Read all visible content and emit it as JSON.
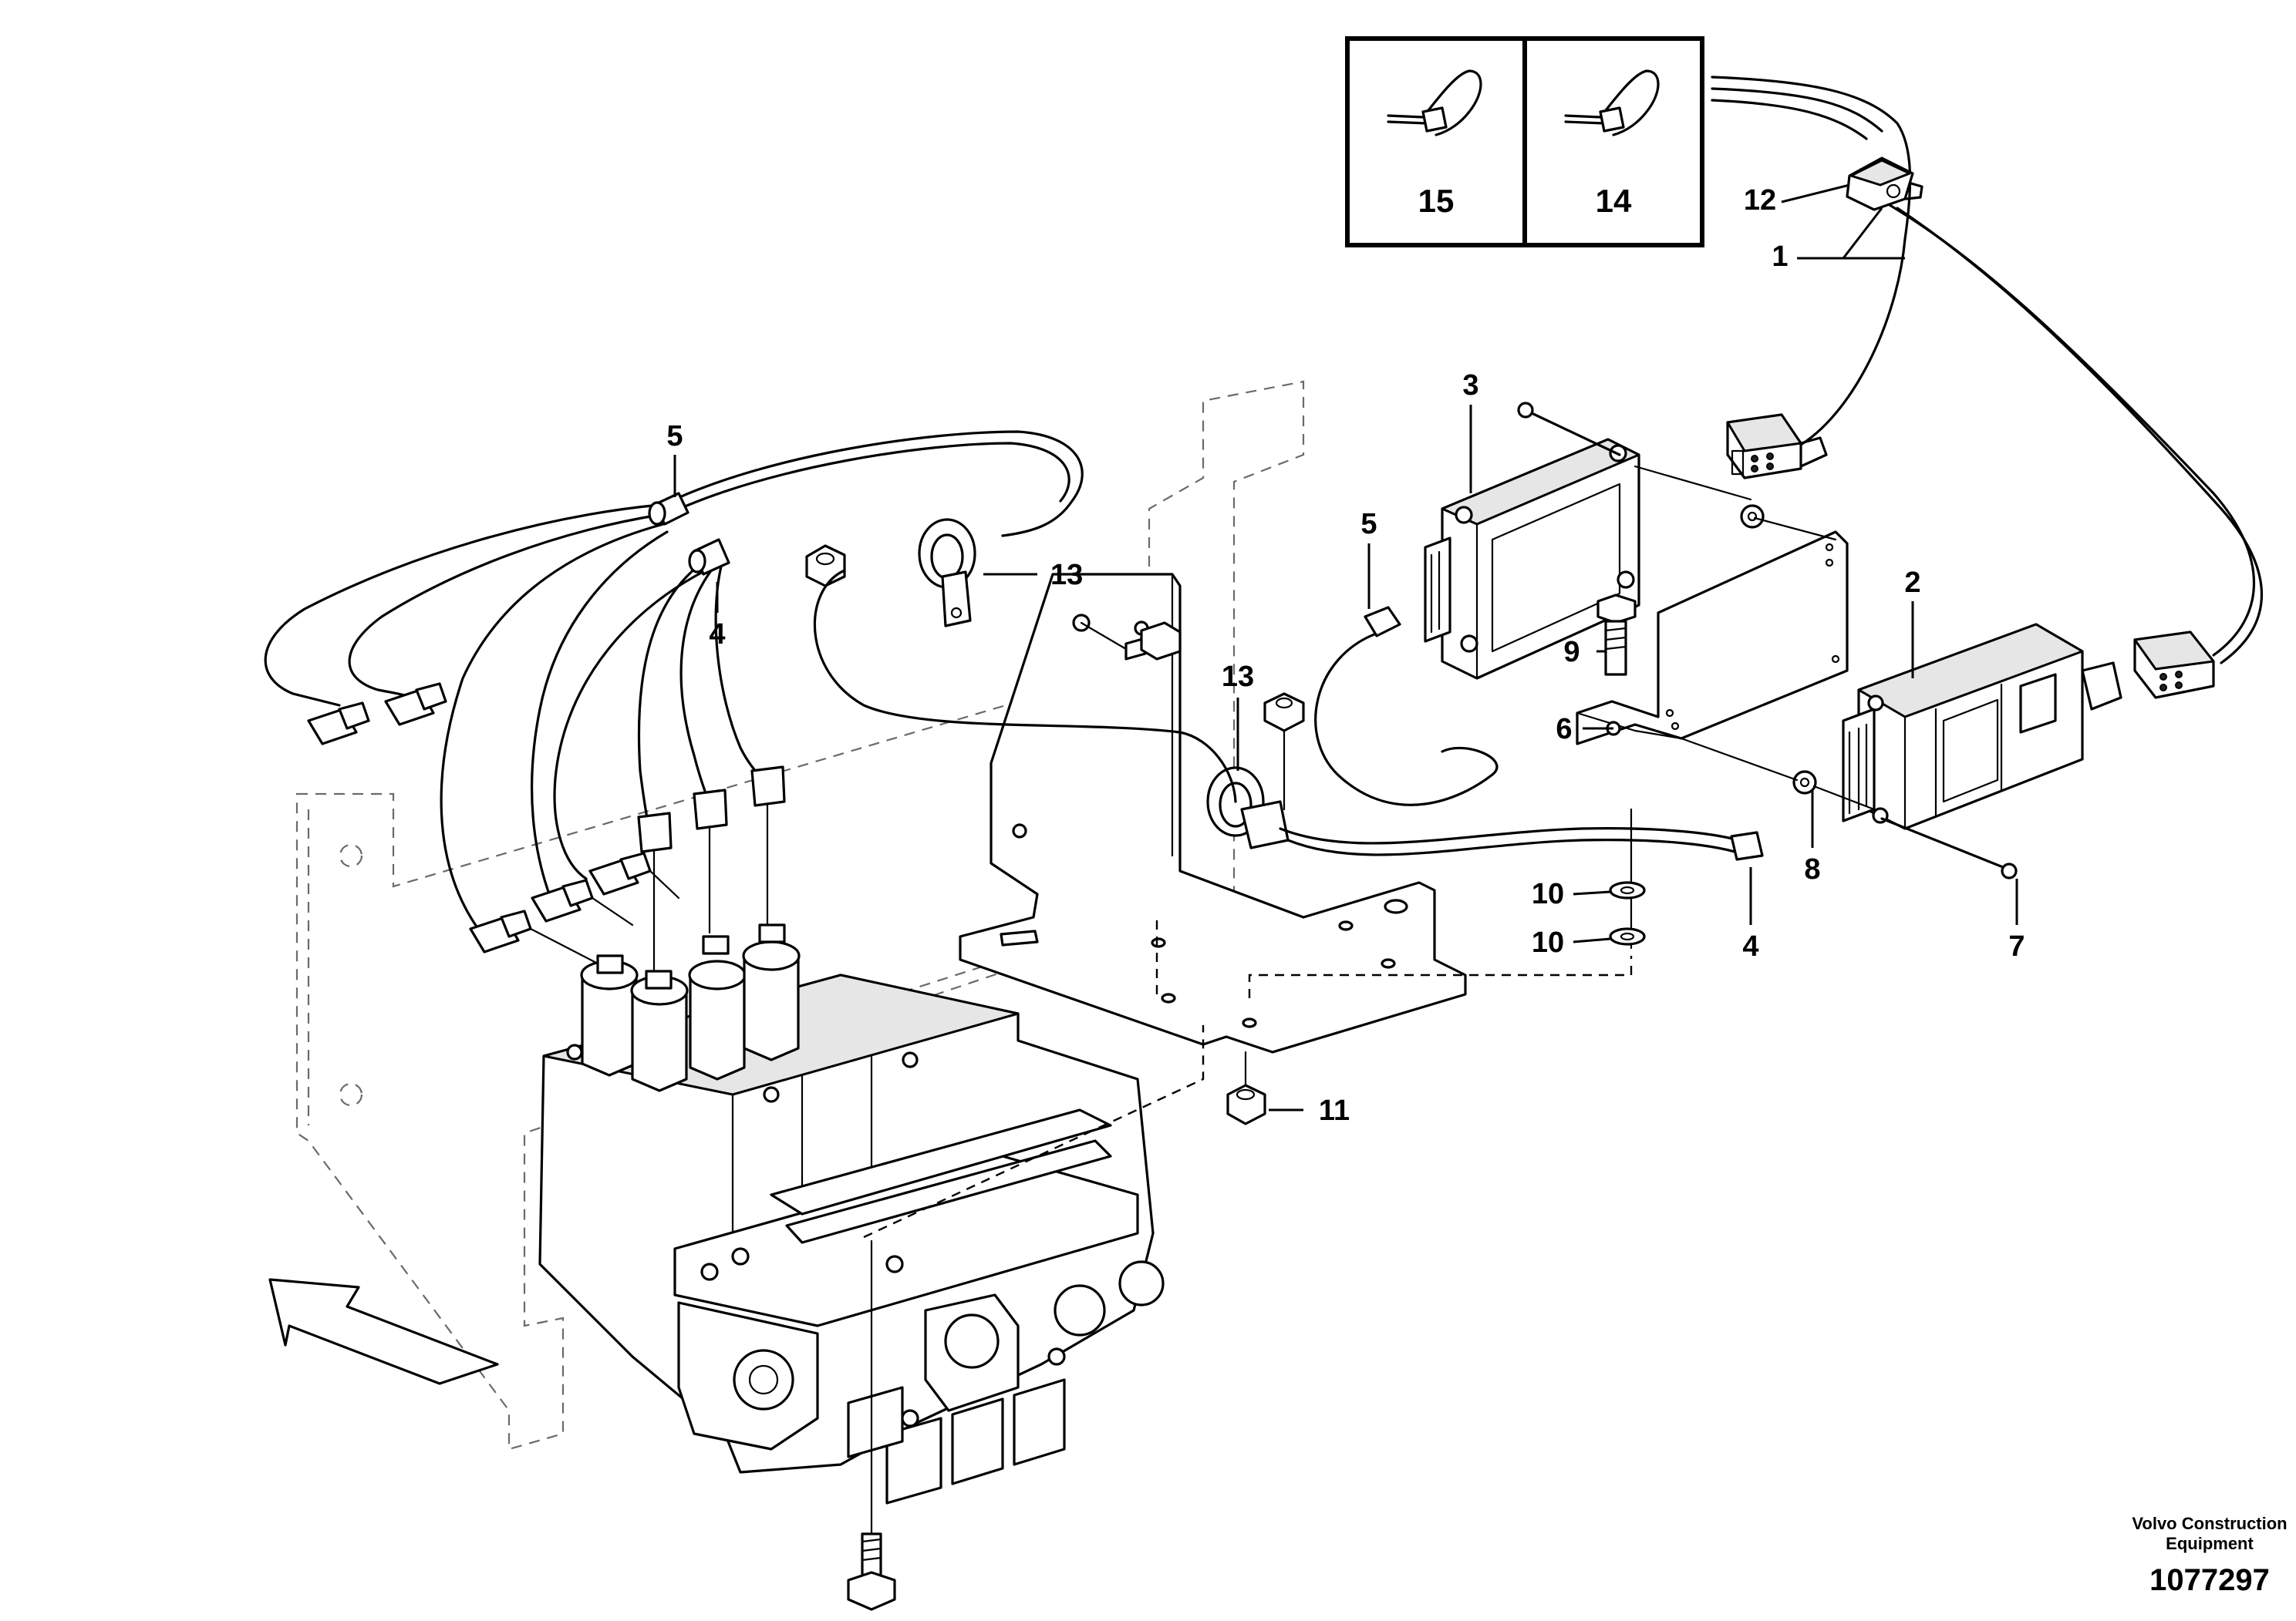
{
  "callouts": {
    "c1": "1",
    "c2": "2",
    "c3": "3",
    "c4a": "4",
    "c4b": "4",
    "c5a": "5",
    "c5b": "5",
    "c6": "6",
    "c7": "7",
    "c8": "8",
    "c9": "9",
    "c10a": "10",
    "c10b": "10",
    "c11": "11",
    "c12": "12",
    "c13a": "13",
    "c13b": "13",
    "c14": "14",
    "c15": "15"
  },
  "credit": {
    "line1": "Volvo Construction",
    "line2": "Equipment",
    "drawing_number": "1077297"
  }
}
